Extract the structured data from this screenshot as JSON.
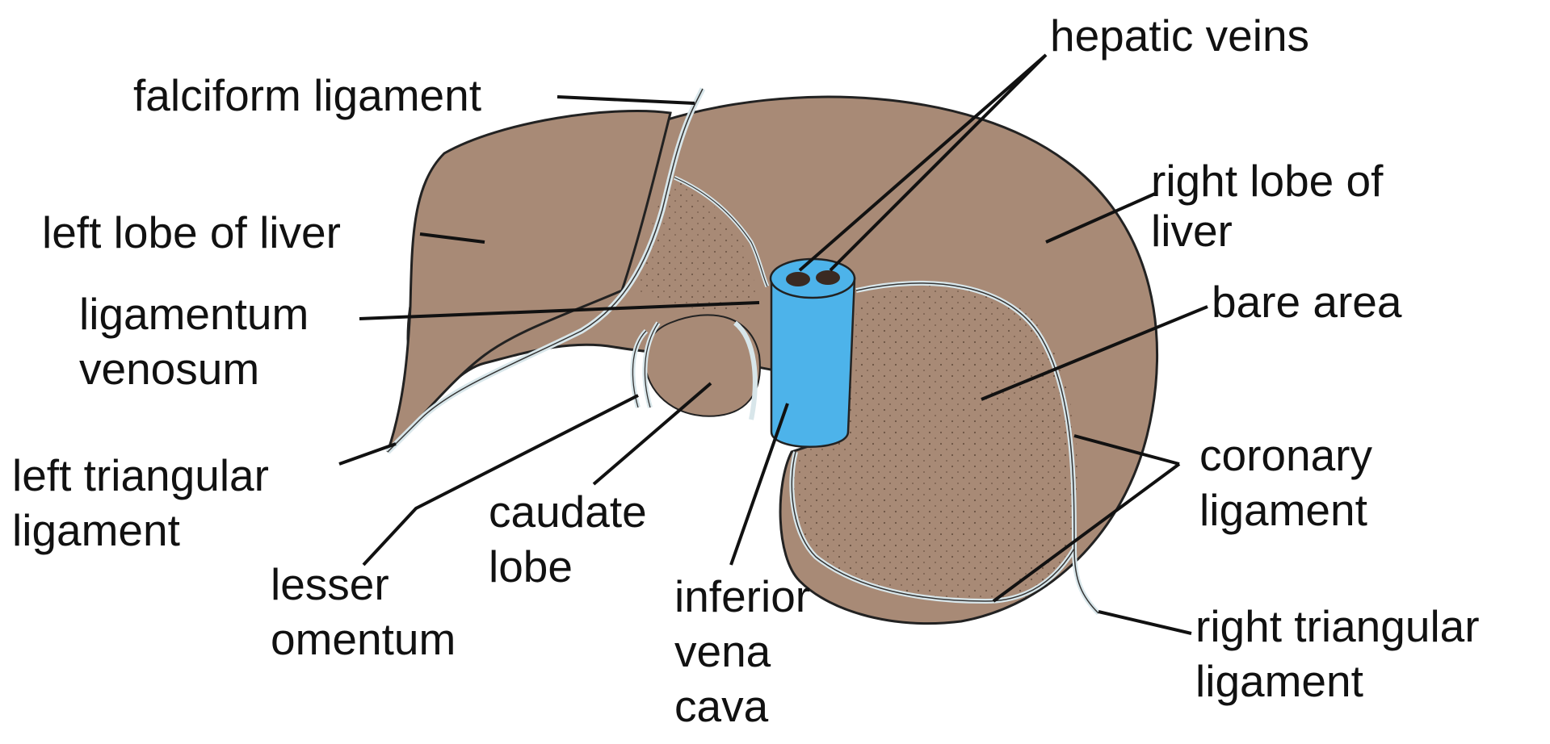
{
  "colors": {
    "liver": "#a88a76",
    "liver_shadow": "#8f705c",
    "ivc": "#4db3ea",
    "ligament": "#d8e6ea",
    "outline": "#222222"
  },
  "labels": {
    "hepatic_veins": "hepatic veins",
    "falciform_ligament": "falciform ligament",
    "left_lobe": "left lobe of liver",
    "right_lobe_1": "right lobe of",
    "right_lobe_2": "liver",
    "ligamentum_venosum_1": "ligamentum",
    "ligamentum_venosum_2": "venosum",
    "bare_area": "bare area",
    "left_triangular_1": "left triangular",
    "left_triangular_2": "ligament",
    "coronary_1": "coronary",
    "coronary_2": "ligament",
    "caudate_1": "caudate",
    "caudate_2": "lobe",
    "lesser_omentum_1": "lesser",
    "lesser_omentum_2": "omentum",
    "ivc_1": "inferior",
    "ivc_2": "vena",
    "ivc_3": "cava",
    "right_triangular_1": "right triangular",
    "right_triangular_2": "ligament"
  }
}
